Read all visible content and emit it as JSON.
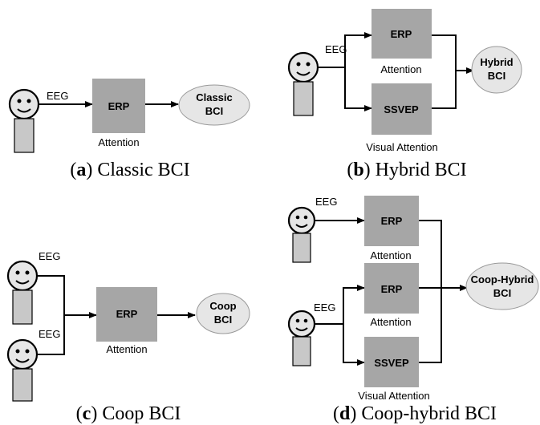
{
  "panels": {
    "a": {
      "caption_letter": "a",
      "caption_text": "Classic BCI",
      "eeg": "EEG",
      "box": "ERP",
      "box_label": "Attention",
      "output_lines": [
        "Classic",
        "BCI"
      ]
    },
    "b": {
      "caption_letter": "b",
      "caption_text": "Hybrid BCI",
      "eeg": "EEG",
      "box1": "ERP",
      "box1_label": "Attention",
      "box2": "SSVEP",
      "box2_label": "Visual Attention",
      "output_lines": [
        "Hybrid",
        "BCI"
      ]
    },
    "c": {
      "caption_letter": "c",
      "caption_text": "Coop BCI",
      "eeg1": "EEG",
      "eeg2": "EEG",
      "box": "ERP",
      "box_label": "Attention",
      "output_lines": [
        "Coop",
        "BCI"
      ]
    },
    "d": {
      "caption_letter": "d",
      "caption_text": "Coop-hybrid BCI",
      "eeg1": "EEG",
      "eeg2": "EEG",
      "box1": "ERP",
      "box1_label": "Attention",
      "box2": "ERP",
      "box2_label": "Attention",
      "box3": "SSVEP",
      "box3_label": "Visual Attention",
      "output_lines": [
        "Coop-Hybrid",
        "BCI"
      ]
    }
  }
}
